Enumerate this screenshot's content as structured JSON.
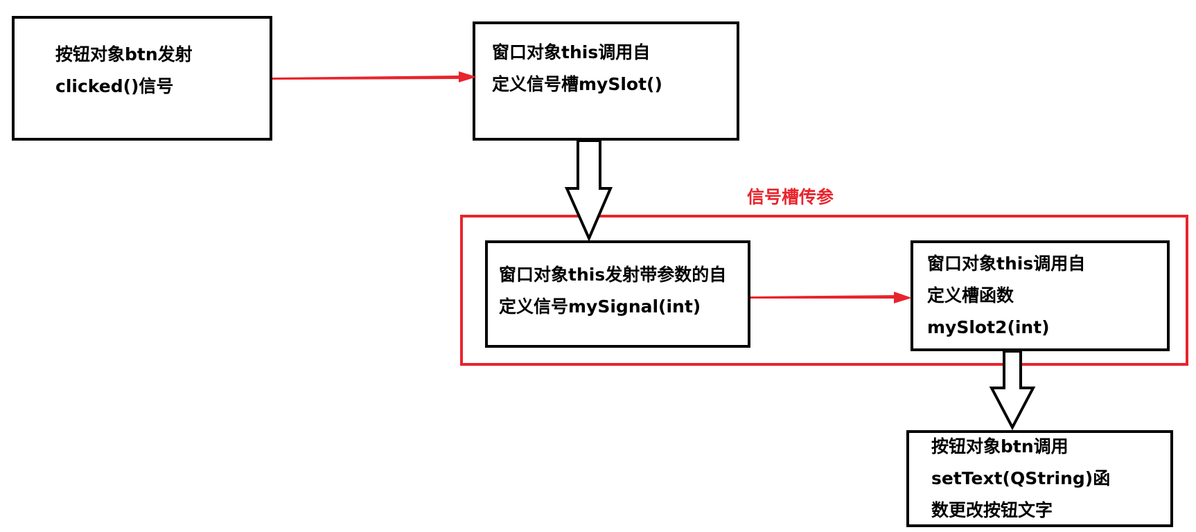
{
  "colors": {
    "accent": "#e8242c",
    "stroke": "#000000",
    "background": "#ffffff"
  },
  "nodes": {
    "btn_clicked": {
      "lines": [
        "按钮对象btn发射",
        "clicked()信号"
      ]
    },
    "my_slot": {
      "lines": [
        "窗口对象this调用自",
        "定义信号槽mySlot()"
      ]
    },
    "my_signal": {
      "lines": [
        "窗口对象this发射带参数的自",
        "定义信号mySignal(int)"
      ]
    },
    "my_slot2": {
      "lines": [
        "窗口对象this调用自",
        "定义槽函数",
        "mySlot2(int)"
      ]
    },
    "set_text": {
      "lines": [
        "按钮对象btn调用",
        "setText(QString)函",
        "数更改按钮文字"
      ]
    }
  },
  "group": {
    "title": "信号槽传参"
  }
}
